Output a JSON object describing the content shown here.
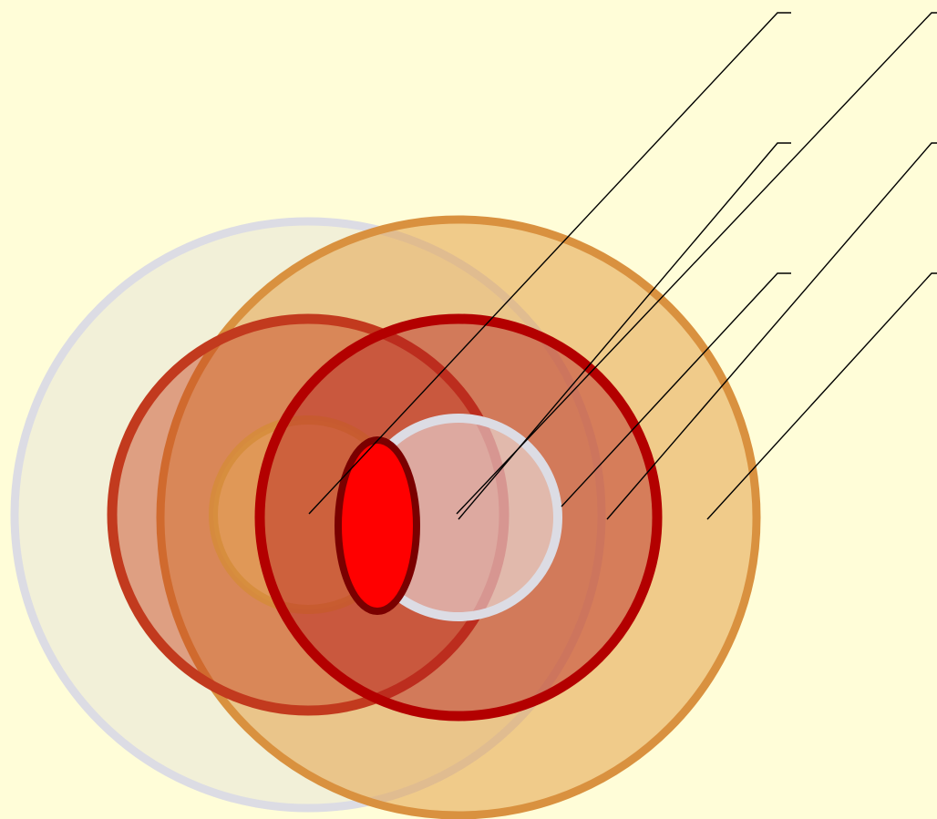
{
  "diagram": {
    "type": "concentric-circles-with-callouts",
    "background_color": "#fffdd8",
    "callout_line_color": "#000000",
    "shapes": [
      {
        "name": "large-grey-circle",
        "fill": "#d0d0d8",
        "stroke": "#dcdce4"
      },
      {
        "name": "outer-orange-circle",
        "fill": "#e4a24a",
        "stroke": "#d9913f"
      },
      {
        "name": "left-red-ring-circle",
        "fill": "#c63c1a",
        "stroke": "#c23a1e"
      },
      {
        "name": "small-orange-circle",
        "fill": "#e6a657",
        "stroke": "#d48b36"
      },
      {
        "name": "right-red-circle",
        "fill": "#b52020",
        "stroke": "#b30000"
      },
      {
        "name": "small-white-circle",
        "fill": "#ececf0",
        "stroke": "#dcdce4"
      },
      {
        "name": "central-red-ellipse",
        "fill": "#ff0000",
        "stroke": "#7a0000"
      }
    ],
    "callouts": [
      {
        "name": "callout-1",
        "label": ""
      },
      {
        "name": "callout-2",
        "label": ""
      },
      {
        "name": "callout-3",
        "label": ""
      },
      {
        "name": "callout-4",
        "label": ""
      },
      {
        "name": "callout-5",
        "label": ""
      },
      {
        "name": "callout-6",
        "label": ""
      }
    ]
  }
}
